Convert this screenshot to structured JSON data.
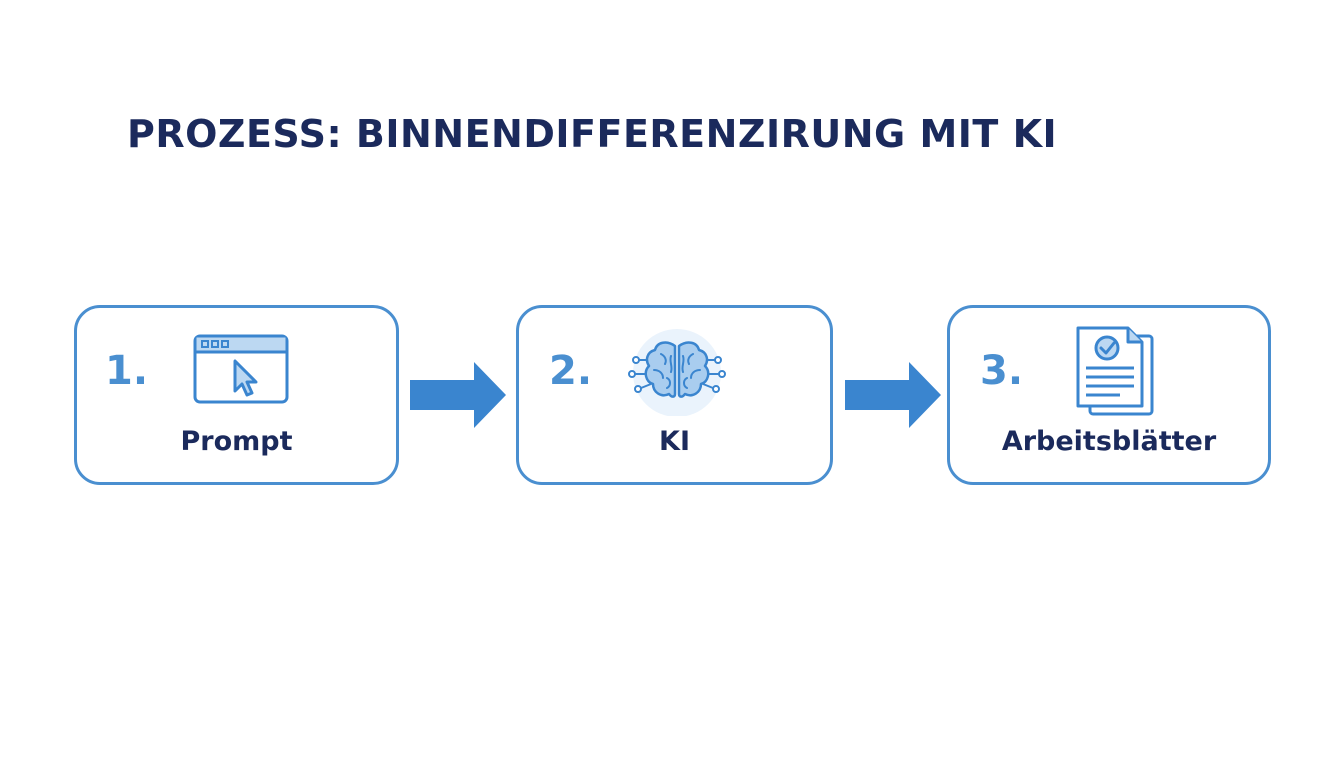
{
  "title": "PROZESS: BINNENDIFFERENZIRUNG MIT KI",
  "colors": {
    "title": "#1b2a5c",
    "accent": "#4a8fd0",
    "arrow": "#3a85cf",
    "label": "#1b2a5c"
  },
  "steps": [
    {
      "number": "1.",
      "label": "Prompt",
      "icon": "browser-cursor-icon"
    },
    {
      "number": "2.",
      "label": "KI",
      "icon": "brain-circuit-icon"
    },
    {
      "number": "3.",
      "label": "Arbeitsblätter",
      "icon": "document-check-icon"
    }
  ],
  "connectors": [
    "arrow-right-icon",
    "arrow-right-icon"
  ]
}
